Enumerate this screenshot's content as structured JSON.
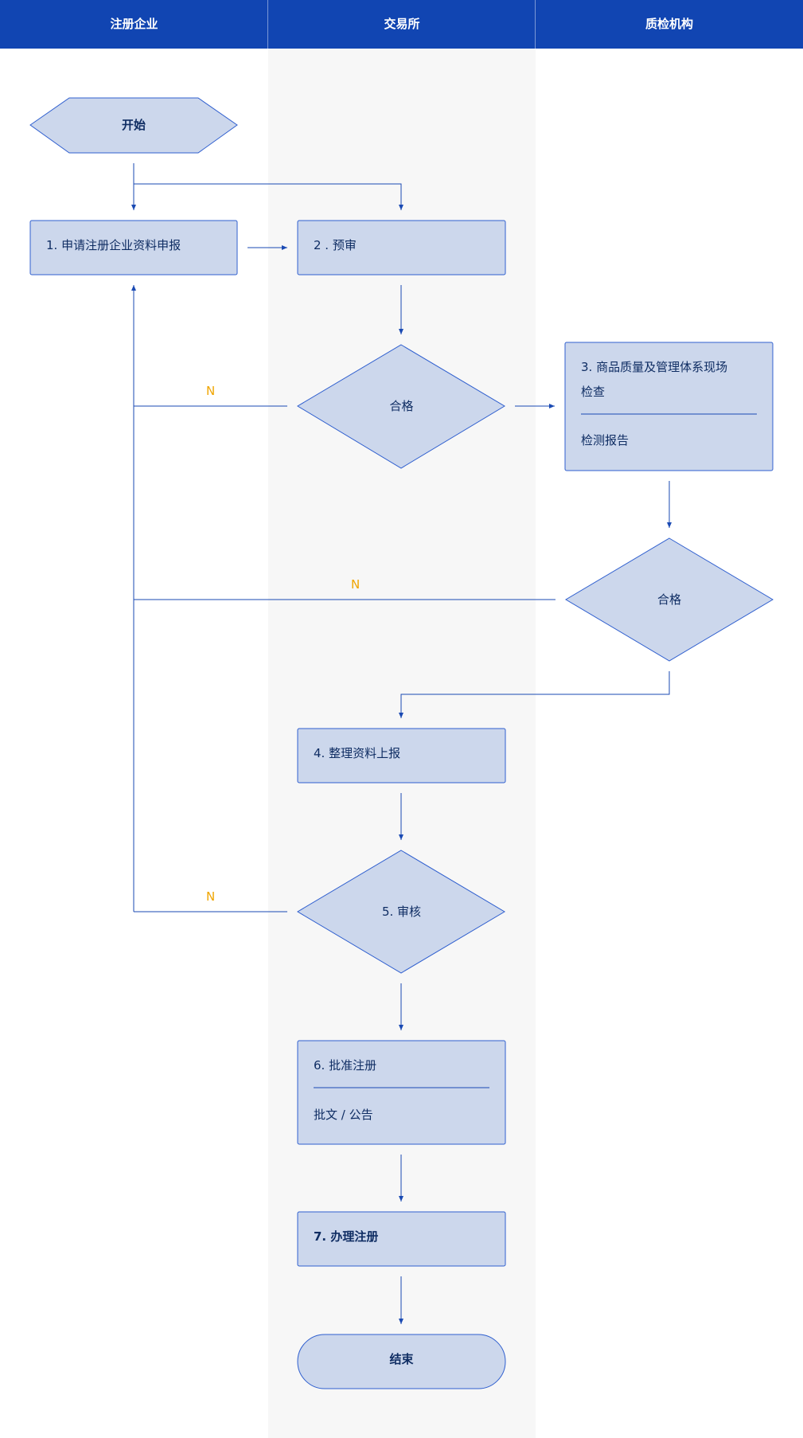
{
  "colors": {
    "header_bg": "#1145b2",
    "node_fill": "#ccd7ec",
    "node_stroke": "#2f5fcf",
    "line": "#1a4ab3",
    "no_label": "#f0a500",
    "lane_shade": "#f7f7f7"
  },
  "lanes": [
    "注册企业",
    "交易所",
    "质检机构"
  ],
  "nodes": {
    "start": "开始",
    "step1": "1. 申请注册企业资料申报",
    "step2": "2 . 预审",
    "decision1": "合格",
    "step3_line1": "3. 商品质量及管理体系现场",
    "step3_line2": "检查",
    "step3_note": "检测报告",
    "decision2": "合格",
    "step4": "4. 整理资料上报",
    "step5": "5. 审核",
    "step6": "6. 批准注册",
    "step6_note": "批文 / 公告",
    "step7": "7. 办理注册",
    "end": "结束"
  },
  "no_labels": [
    "N",
    "N",
    "N"
  ]
}
